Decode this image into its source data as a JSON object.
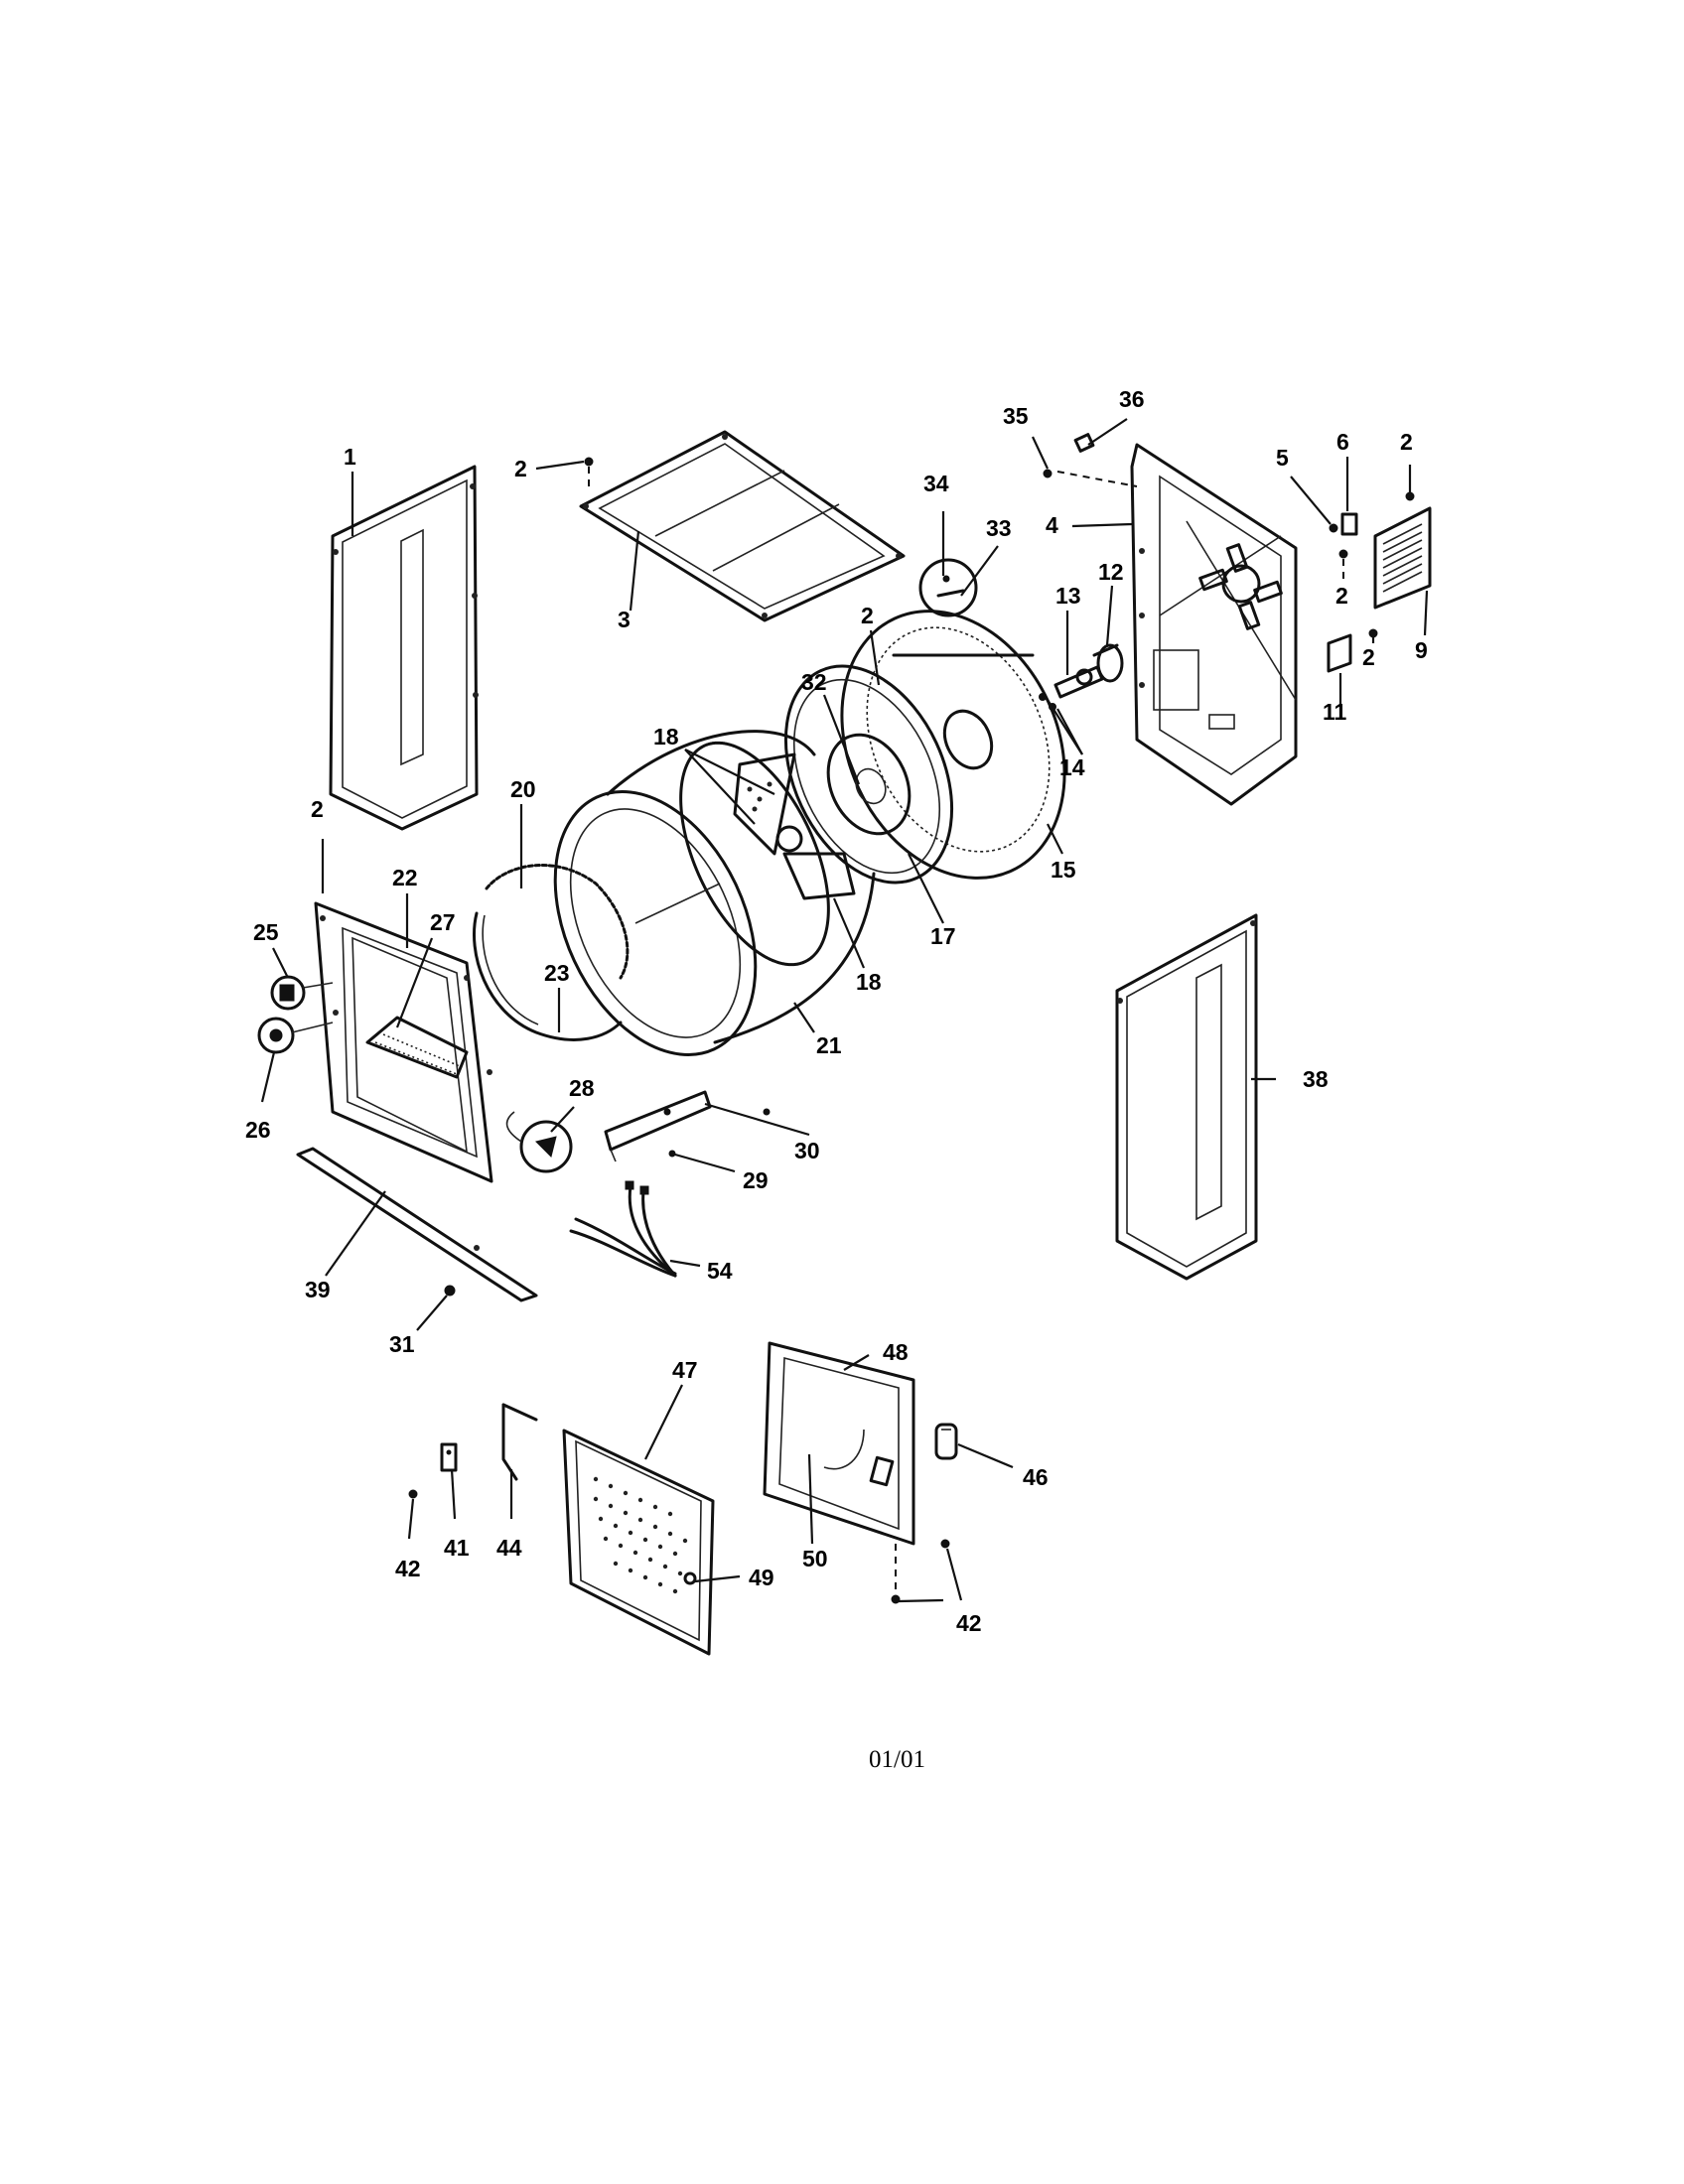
{
  "diagram": {
    "callouts": {
      "c1": "1",
      "c2a": "2",
      "c3": "3",
      "c34": "34",
      "c33": "33",
      "c35": "35",
      "c36": "36",
      "c5": "5",
      "c6": "6",
      "c2b": "2",
      "c4": "4",
      "c2c": "2",
      "c2d": "2",
      "c9": "9",
      "c11": "11",
      "c13": "13",
      "c12": "12",
      "c14": "14",
      "c2e": "2",
      "c32": "32",
      "c15": "15",
      "c18a": "18",
      "c17": "17",
      "c18b": "18",
      "c20": "20",
      "c2f": "2",
      "c22": "22",
      "c25": "25",
      "c27": "27",
      "c23": "23",
      "c21": "21",
      "c26": "26",
      "c28": "28",
      "c30": "30",
      "c29": "29",
      "c38": "38",
      "c39": "39",
      "c54": "54",
      "c31": "31",
      "c48": "48",
      "c47": "47",
      "c46": "46",
      "c44": "44",
      "c41": "41",
      "c42a": "42",
      "c49": "49",
      "c50": "50",
      "c42b": "42"
    },
    "footer": "01/01"
  }
}
